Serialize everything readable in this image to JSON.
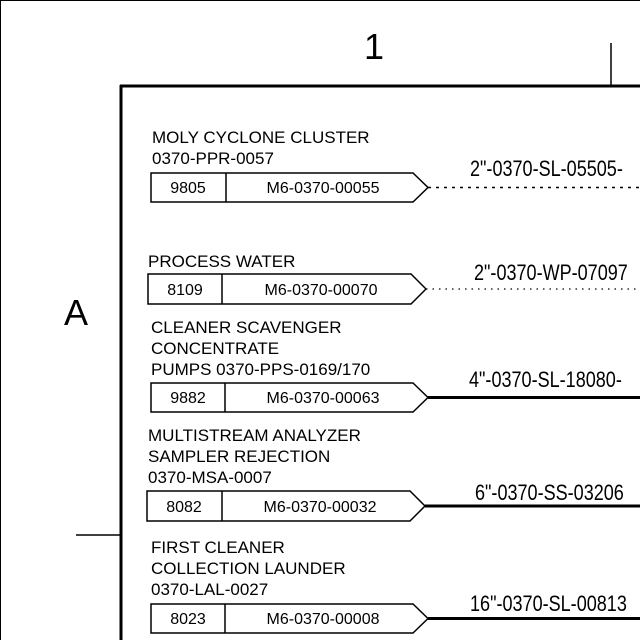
{
  "sheet": {
    "column_label": "1",
    "row_label": "A"
  },
  "connections": [
    {
      "title_lines": [
        "MOLY CYCLONE CLUSTER",
        "0370-PPR-0057"
      ],
      "number": "9805",
      "drawing": "M6-0370-00055",
      "line_tag": "2\"-0370-SL-05505-",
      "line_style": "dashed"
    },
    {
      "title_lines": [
        "PROCESS WATER"
      ],
      "number": "8109",
      "drawing": "M6-0370-00070",
      "line_tag": "2\"-0370-WP-07097",
      "line_style": "dotted"
    },
    {
      "title_lines": [
        "CLEANER SCAVENGER",
        "CONCENTRATE",
        "PUMPS 0370-PPS-0169/170"
      ],
      "number": "9882",
      "drawing": "M6-0370-00063",
      "line_tag": "4\"-0370-SL-18080-",
      "line_style": "solid"
    },
    {
      "title_lines": [
        "MULTISTREAM ANALYZER",
        "SAMPLER REJECTION",
        "0370-MSA-0007"
      ],
      "number": "8082",
      "drawing": "M6-0370-00032",
      "line_tag": "6\"-0370-SS-03206",
      "line_style": "solid"
    },
    {
      "title_lines": [
        "FIRST CLEANER",
        "COLLECTION LAUNDER",
        "0370-LAL-0027"
      ],
      "number": "8023",
      "drawing": "M6-0370-00008",
      "line_tag": "16\"-0370-SL-00813",
      "line_style": "solid"
    }
  ]
}
